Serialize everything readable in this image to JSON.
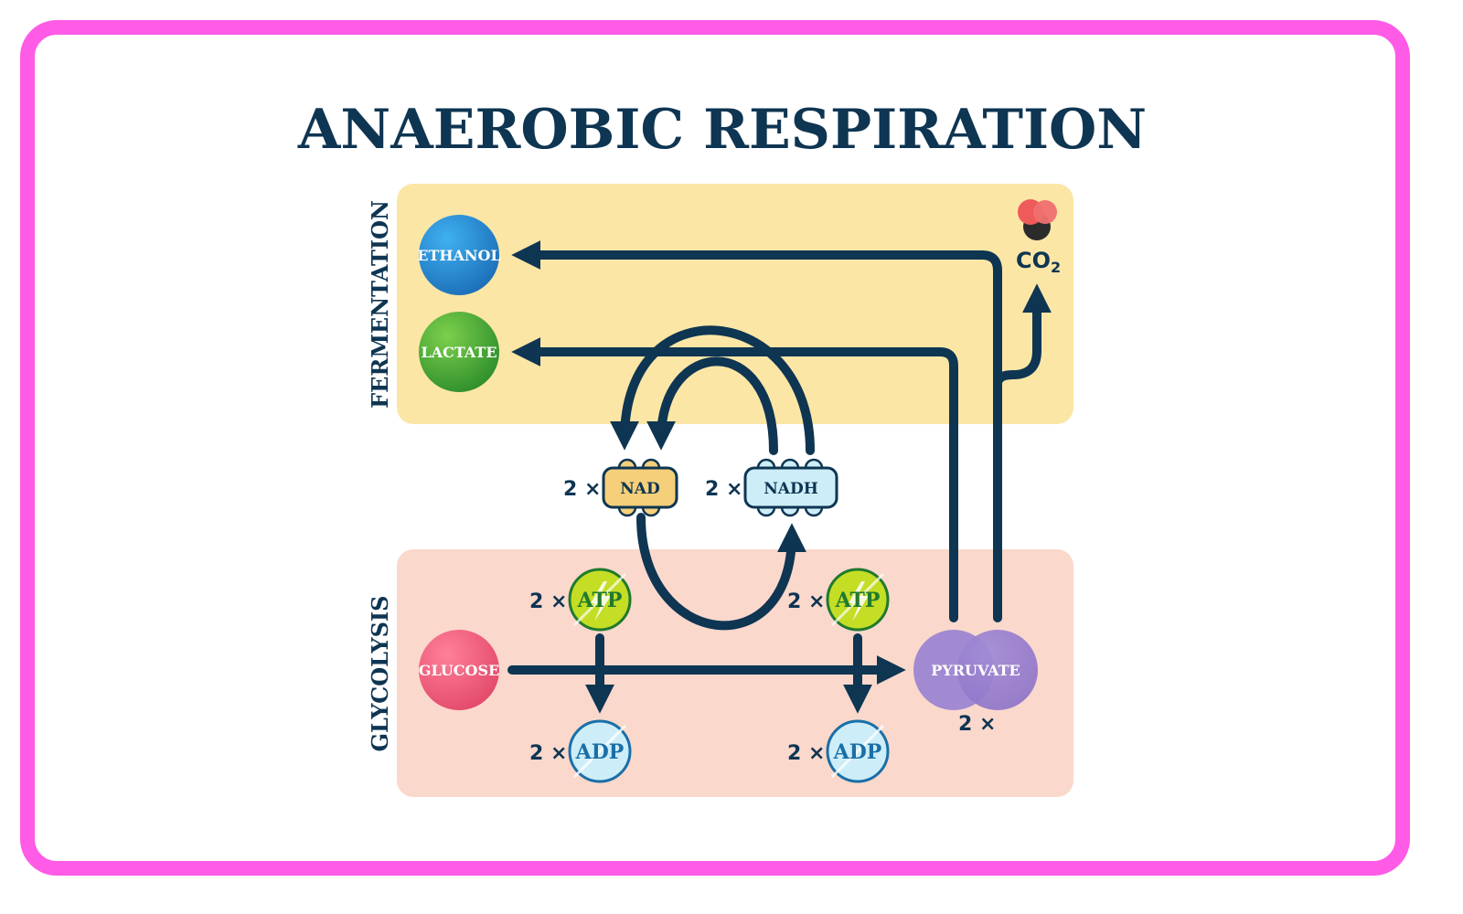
{
  "title": "ANAEROBIC RESPIRATION",
  "panels": {
    "fermentation": {
      "label": "FERMENTATION",
      "color": "#fbe6a6"
    },
    "glycolysis": {
      "label": "GLYCOLYSIS",
      "color": "#fbd8cc"
    }
  },
  "molecules": {
    "ethanol": "ETHANOL",
    "lactate": "LACTATE",
    "glucose": "GLUCOSE",
    "pyruvate": "PYRUVATE",
    "co2": "CO",
    "co2_sub": "2"
  },
  "carriers": {
    "nad": "NAD",
    "nadh": "NADH"
  },
  "energy": {
    "atp": "ATP",
    "adp": "ADP"
  },
  "multiplier": "2 ×",
  "colors": {
    "ethanol": "#2a8fd6",
    "lactate": "#4bb03a",
    "glucose": "#f0607e",
    "pyruvate": "#9b82d0",
    "nad": "#f5cf7a",
    "nadh": "#cdeef8",
    "atp": "#c4dd25",
    "adp": "#cdeef8",
    "arrow": "#0e3552",
    "frame": "#ff5be6"
  }
}
